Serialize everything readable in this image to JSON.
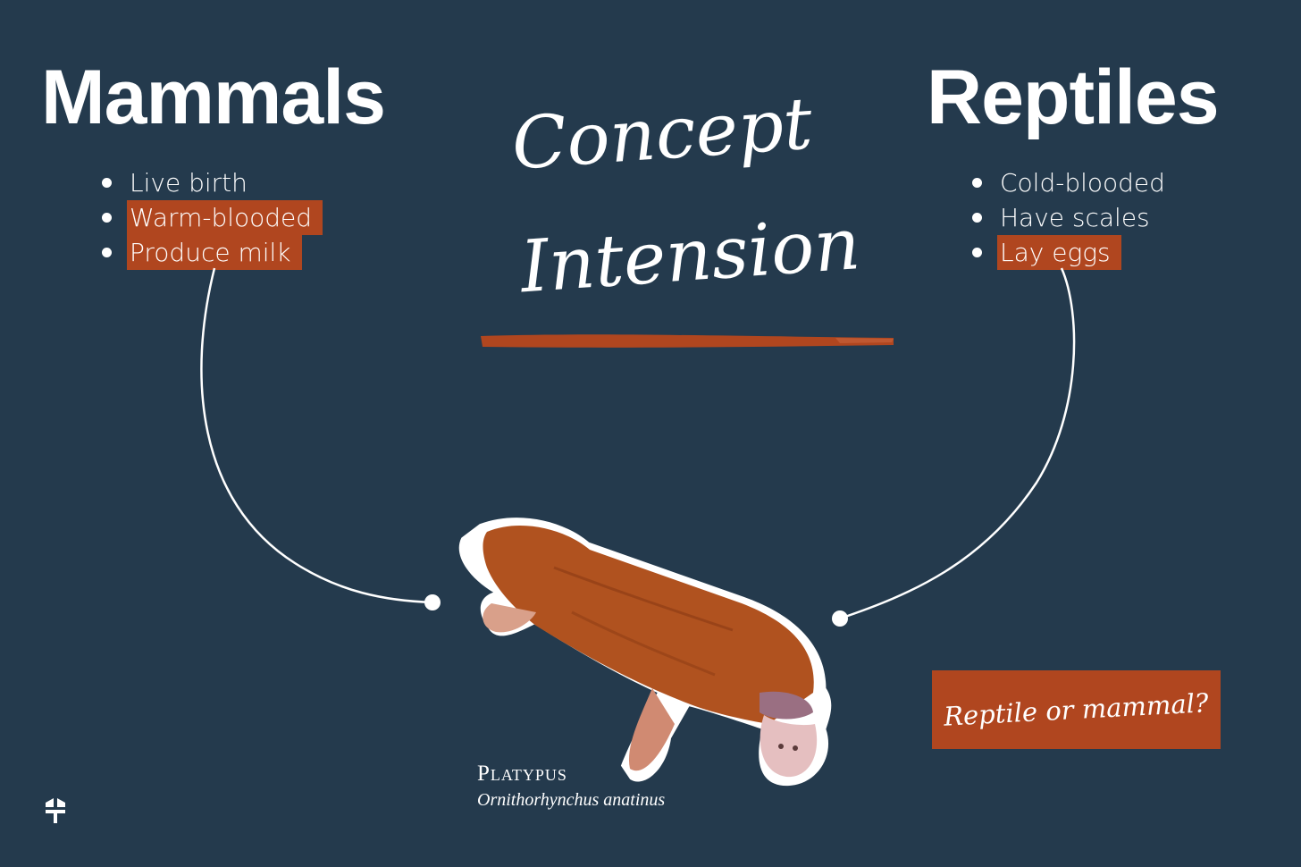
{
  "left_column": {
    "heading": "Mammals",
    "traits": [
      {
        "text": "Live birth",
        "highlighted": false
      },
      {
        "text": "Warm-blooded",
        "highlighted": true
      },
      {
        "text": "Produce milk",
        "highlighted": true
      }
    ]
  },
  "right_column": {
    "heading": "Reptiles",
    "traits": [
      {
        "text": "Cold-blooded",
        "highlighted": false
      },
      {
        "text": "Have scales",
        "highlighted": false
      },
      {
        "text": "Lay eggs",
        "highlighted": true
      }
    ]
  },
  "center_title": {
    "line1": "Concept",
    "line2": "Intension"
  },
  "specimen": {
    "common_name": "Platypus",
    "scientific_name": "Ornithorhynchus anatinus"
  },
  "question": "Reptile or mammal?",
  "icons": {
    "platypus": "platypus-illustration",
    "logo": "brand-logo-icon",
    "bullet": "bullet-dot"
  },
  "colors": {
    "background": "#243a4d",
    "accent": "#b0461f",
    "text": "#ffffff",
    "animal": "#b0521f"
  }
}
